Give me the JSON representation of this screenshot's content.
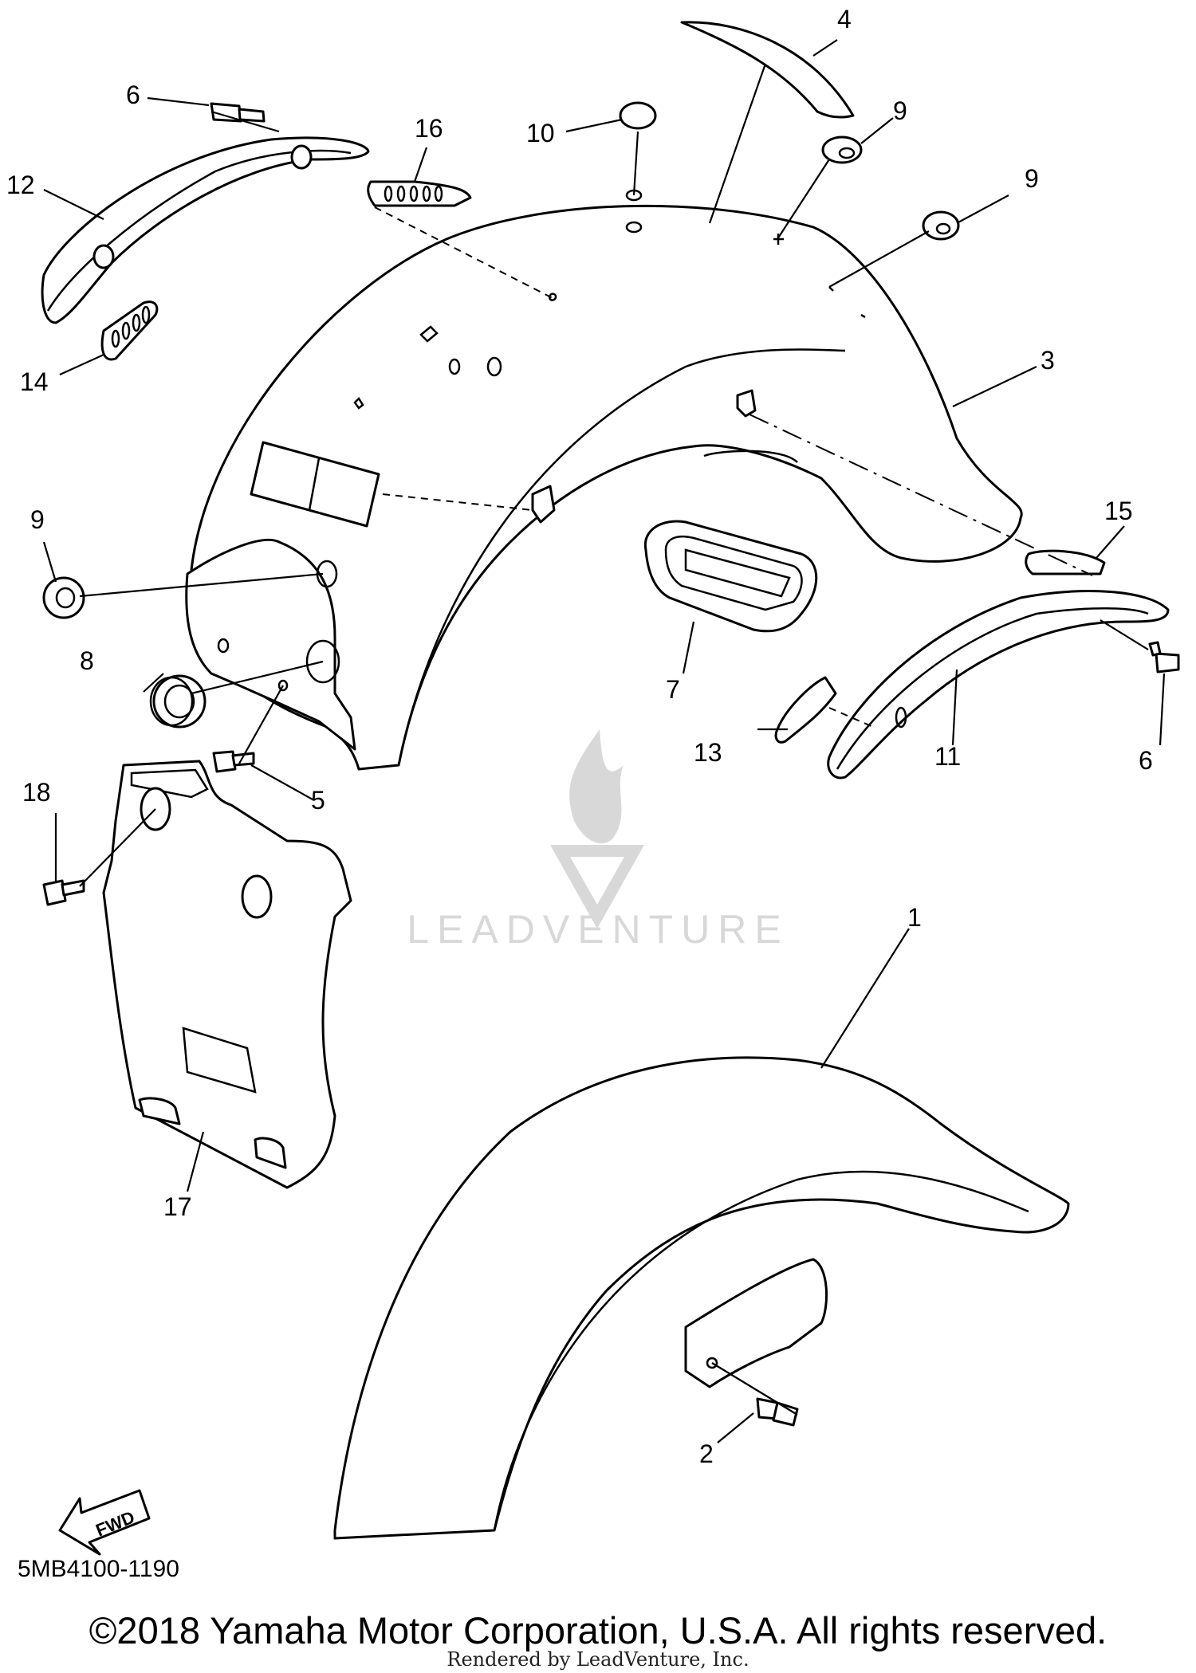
{
  "diagram": {
    "code": "5MB4100-1190",
    "copyright": "©2018 Yamaha Motor Corporation, U.S.A. All rights reserved.",
    "rendered_by": "Rendered by LeadVenture, Inc.",
    "watermark": "LEADVENTURE",
    "fwd_label": "FWD"
  },
  "callouts": {
    "c1": "1",
    "c2": "2",
    "c3": "3",
    "c4": "4",
    "c5": "5",
    "c6a": "6",
    "c6b": "6",
    "c7": "7",
    "c8": "8",
    "c9a": "9",
    "c9b": "9",
    "c9c": "9",
    "c10": "10",
    "c11": "11",
    "c12": "12",
    "c13": "13",
    "c14": "14",
    "c15": "15",
    "c16": "16",
    "c17": "17",
    "c18": "18"
  }
}
